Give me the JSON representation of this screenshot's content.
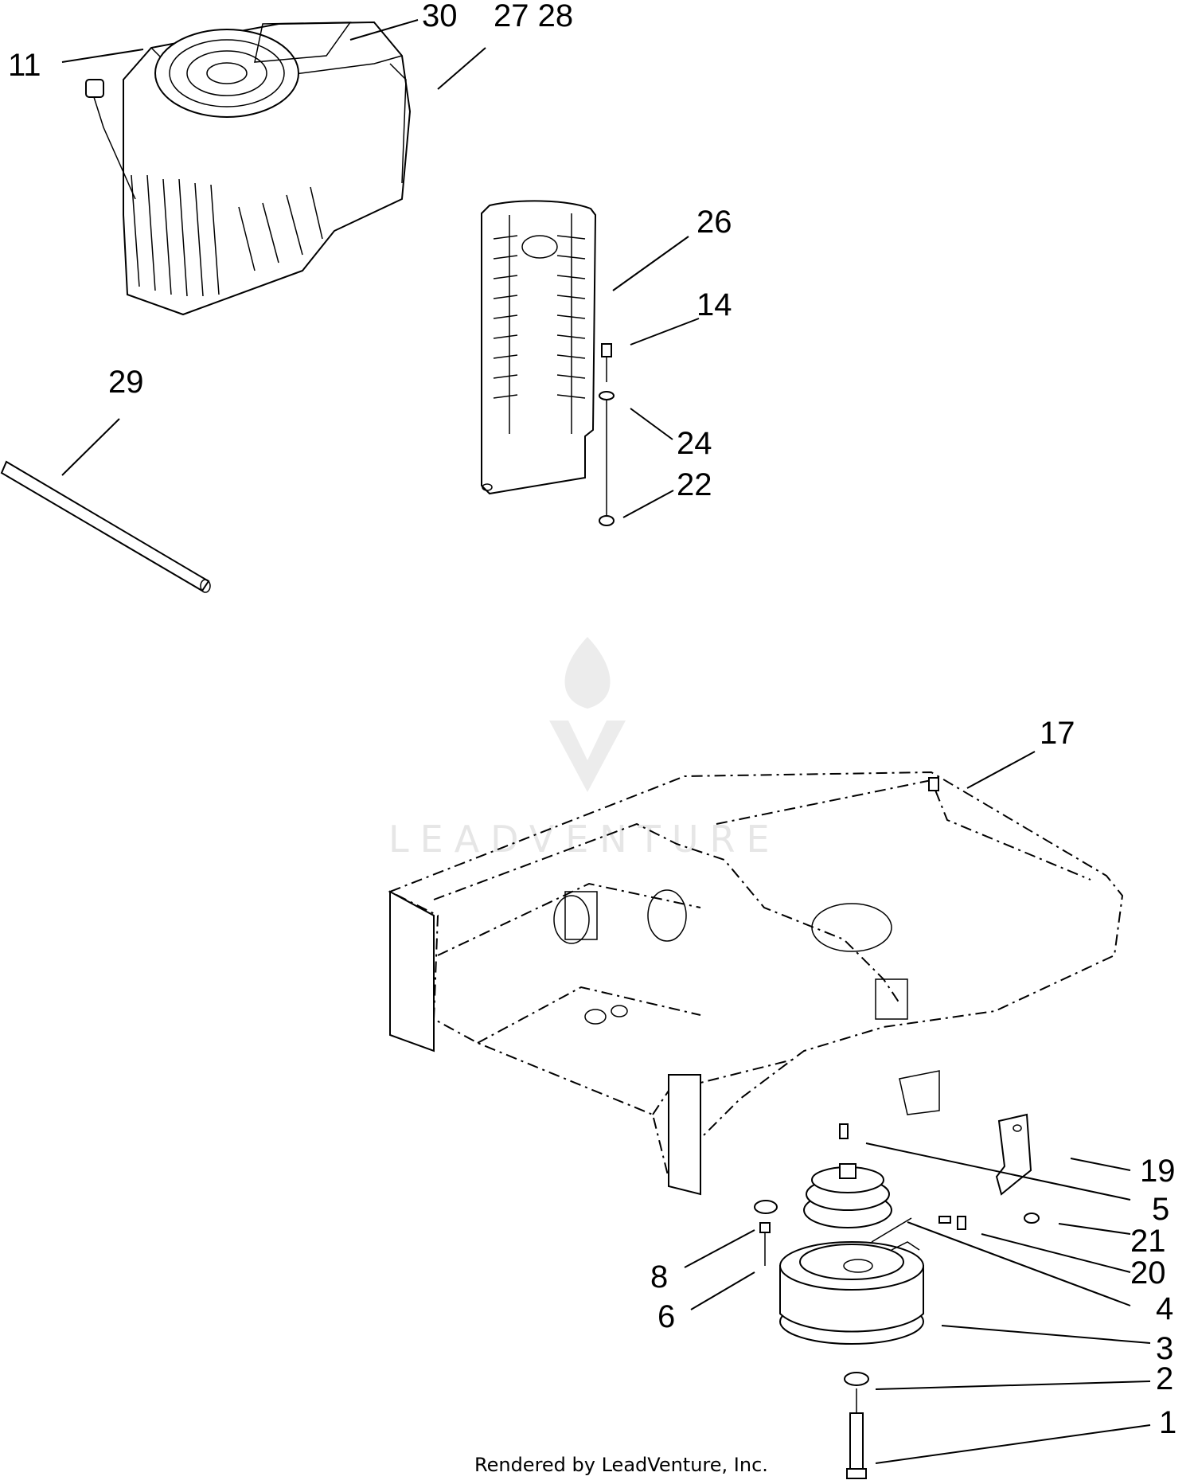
{
  "callouts": [
    {
      "id": "11",
      "text": "11"
    },
    {
      "id": "30",
      "text": "30"
    },
    {
      "id": "27-28",
      "text": "27 28"
    },
    {
      "id": "26",
      "text": "26"
    },
    {
      "id": "14",
      "text": "14"
    },
    {
      "id": "29",
      "text": "29"
    },
    {
      "id": "24",
      "text": "24"
    },
    {
      "id": "22",
      "text": "22"
    },
    {
      "id": "17",
      "text": "17"
    },
    {
      "id": "19",
      "text": "19"
    },
    {
      "id": "5",
      "text": "5"
    },
    {
      "id": "21",
      "text": "21"
    },
    {
      "id": "20",
      "text": "20"
    },
    {
      "id": "8",
      "text": "8"
    },
    {
      "id": "4",
      "text": "4"
    },
    {
      "id": "6",
      "text": "6"
    },
    {
      "id": "3",
      "text": "3"
    },
    {
      "id": "2",
      "text": "2"
    },
    {
      "id": "1",
      "text": "1"
    }
  ],
  "watermark": "LEADVENTURE",
  "footer": "Rendered by LeadVenture, Inc."
}
